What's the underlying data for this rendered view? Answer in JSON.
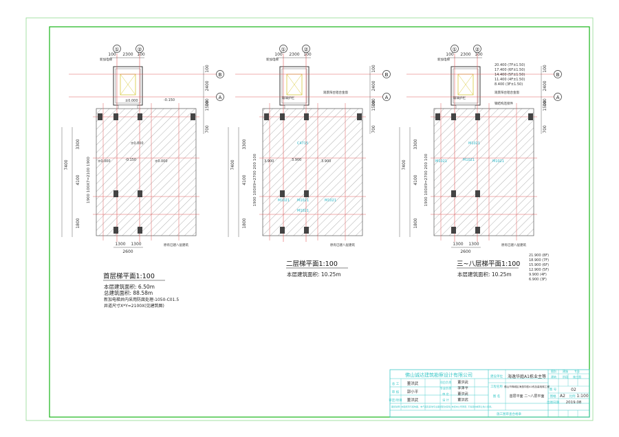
{
  "drawing": {
    "plans": [
      {
        "id": "p1",
        "title": "首层梯平面",
        "scale": "1:100",
        "grid_cols": [
          "①",
          "②"
        ],
        "grid_rows": [
          "B",
          "A"
        ],
        "top_dims": [
          "100",
          "2300",
          "100"
        ],
        "right_dims": [
          "100",
          "2400",
          "100",
          "1500",
          "700"
        ],
        "left_dims": [
          "3300",
          "4100",
          "1800"
        ],
        "left_total": "7400",
        "left_inner": "1900 100X7=2100 1900",
        "bottom_dims": [
          "1300",
          "1300"
        ],
        "bottom_total": "2600",
        "labels": [
          "±0.000",
          "-0.150",
          "±0.000",
          "±0.000"
        ],
        "callouts": [
          "新加电梯",
          "原有已建八层建筑"
        ],
        "notes": [
          "本层建筑面积: 6.50m",
          "总建筑面积: 88.58m",
          "新加电梯井内采用防腐处理-1050-C01.5",
          "井道尺寸X*Y=2100X(见建筑图)"
        ]
      },
      {
        "id": "p2",
        "title": "二层梯平面",
        "scale": "1:100",
        "grid_cols": [
          "①",
          "②"
        ],
        "grid_rows": [
          "B",
          "A"
        ],
        "top_dims": [
          "100",
          "2300",
          "100"
        ],
        "right_dims": [
          "100",
          "2400",
          "100",
          "1500",
          "700"
        ],
        "left_dims": [
          "3300",
          "4100",
          "1800"
        ],
        "left_total": "7400",
        "left_inner": "1900 100X9=2700 200 100",
        "labels": [
          "3.900",
          "3.900",
          "3.900",
          "C4715",
          "M1021",
          "M1021",
          "M1021",
          "M1021"
        ],
        "callouts": [
          "新加电梯",
          "观景阳台铝合金窗",
          "玻璃护栏",
          "原有已建八层建筑"
        ],
        "notes": [
          "本层建筑面积: 10.25m"
        ]
      },
      {
        "id": "p3",
        "title": "三~八层梯平面",
        "scale": "1:100",
        "grid_cols": [
          "①",
          "②"
        ],
        "grid_rows": [
          "B",
          "A"
        ],
        "top_dims": [
          "100",
          "2300",
          "100"
        ],
        "right_dims": [
          "100",
          "2400",
          "100",
          "1500",
          "700"
        ],
        "left_dims": [
          "3300",
          "4100",
          "1800"
        ],
        "left_total": "7400",
        "left_inner": "1900 100X9=2700 200 100",
        "bottom_dims": [
          "1300",
          "1300"
        ],
        "bottom_total": "2600",
        "levels_top": [
          "20.400 (7F±1.50)",
          "17.400 (6F±1.50)",
          "14.400 (5F±1.50)",
          "11.400 (4F±1.50)",
          "8.400 (3F±1.50)"
        ],
        "levels_bottom": [
          "21.900 (8F)",
          "18.900 (7F)",
          "15.900 (6F)",
          "12.900 (5F)",
          "9.900 (4F)",
          "6.900 (3F)"
        ],
        "labels": [
          "M1021",
          "M1021",
          "M1021",
          "M1021"
        ],
        "callouts": [
          "新加电梯",
          "观景阳台铝合金窗",
          "玻璃护栏",
          "钢结构连接件",
          "原有已建八层建筑"
        ],
        "notes": [
          "本层建筑面积: 10.25m"
        ]
      }
    ]
  },
  "title_block": {
    "company": "佛山诚达建筑勘察设计有限公司",
    "project_label": "建设单位",
    "project_name": "海逸华庭A1栋业主等",
    "project_label2": "工程名称",
    "project_name2": "佛山市禅城区海逸华庭A1栋加装电梯工程",
    "drawing_label": "图 名",
    "drawing_name": "首层平面    二~八层平面",
    "people": [
      {
        "role": "总 工",
        "name": "董洪武"
      },
      {
        "role": "审 核",
        "name": "郭小平"
      },
      {
        "role": "审定/项目",
        "name": "董洪武"
      },
      {
        "role": "项目负责",
        "name": "董洪武"
      },
      {
        "role": "专业负责",
        "name": "李泽平"
      },
      {
        "role": "审 定",
        "name": "董洪武"
      },
      {
        "role": "设 计",
        "name": "董洪武"
      }
    ],
    "sheet_no_label": "图 号",
    "sheet_no": "02",
    "size_label": "图幅",
    "size": "A2",
    "scale_label": "比例",
    "scale": "1:100",
    "date_label": "出图日期",
    "date": "2019.08",
    "stamp_text": "施工图审查合格章",
    "footer_note": "图纸说明: 本图纸须与结构图、电气图及其他专业图纸配合使用, 未经本公司同意, 不得复制或转让他人使用。",
    "cells": [
      "图别",
      "建施",
      "专业",
      "建筑",
      "阶段",
      "施工图"
    ]
  }
}
